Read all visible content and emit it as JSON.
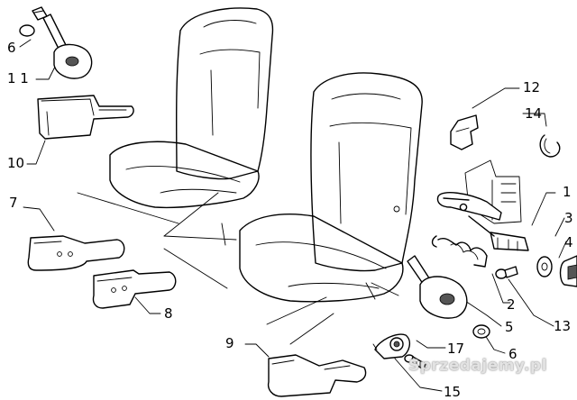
{
  "labels": {
    "l6a": "6",
    "l11": "1 1",
    "l10": "10",
    "l7": "7",
    "l8": "8",
    "l9": "9",
    "l12": "12",
    "l14": "14",
    "l1": "1",
    "l3": "3",
    "l4": "4",
    "l2": "2",
    "l13": "13",
    "l5": "5",
    "l6b": "6",
    "l17": "17",
    "l15": "15"
  },
  "watermark": "Sprzedajemy.pl"
}
